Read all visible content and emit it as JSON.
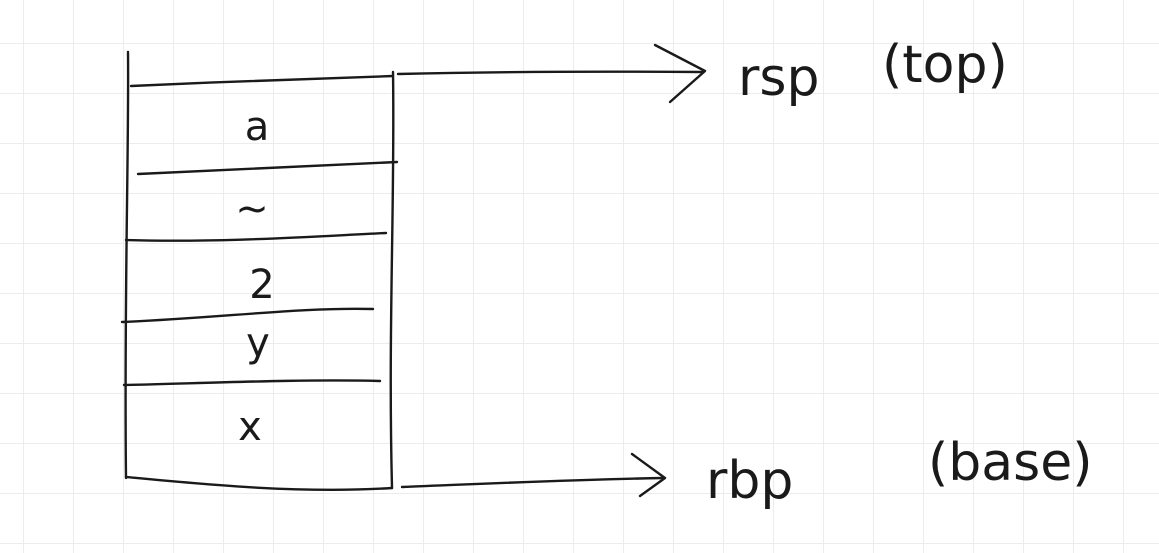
{
  "stack": {
    "slots": [
      "a",
      "~",
      "2",
      "y",
      "x"
    ]
  },
  "pointers": {
    "top": {
      "register": "rsp",
      "note": "(top)"
    },
    "base": {
      "register": "rbp",
      "note": "(base)"
    }
  },
  "colors": {
    "ink": "#1a1a1a",
    "grid": "#ececec",
    "background": "#ffffff"
  }
}
